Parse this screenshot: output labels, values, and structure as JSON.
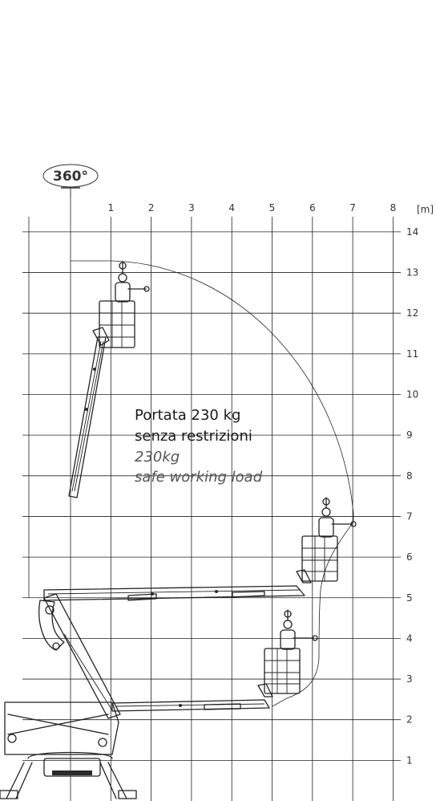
{
  "rotation_badge": "360°",
  "unit_label": "[m]",
  "horizontal_ticks": [
    "1",
    "2",
    "3",
    "4",
    "5",
    "6",
    "7",
    "8"
  ],
  "vertical_ticks": [
    "14",
    "13",
    "12",
    "11",
    "10",
    "9",
    "8",
    "7",
    "6",
    "5",
    "4",
    "3",
    "2",
    "1"
  ],
  "load_text": {
    "line1": "Portata 230 kg",
    "line2": "senza restrizioni",
    "line3": "230kg",
    "line4": "safe working load"
  }
}
